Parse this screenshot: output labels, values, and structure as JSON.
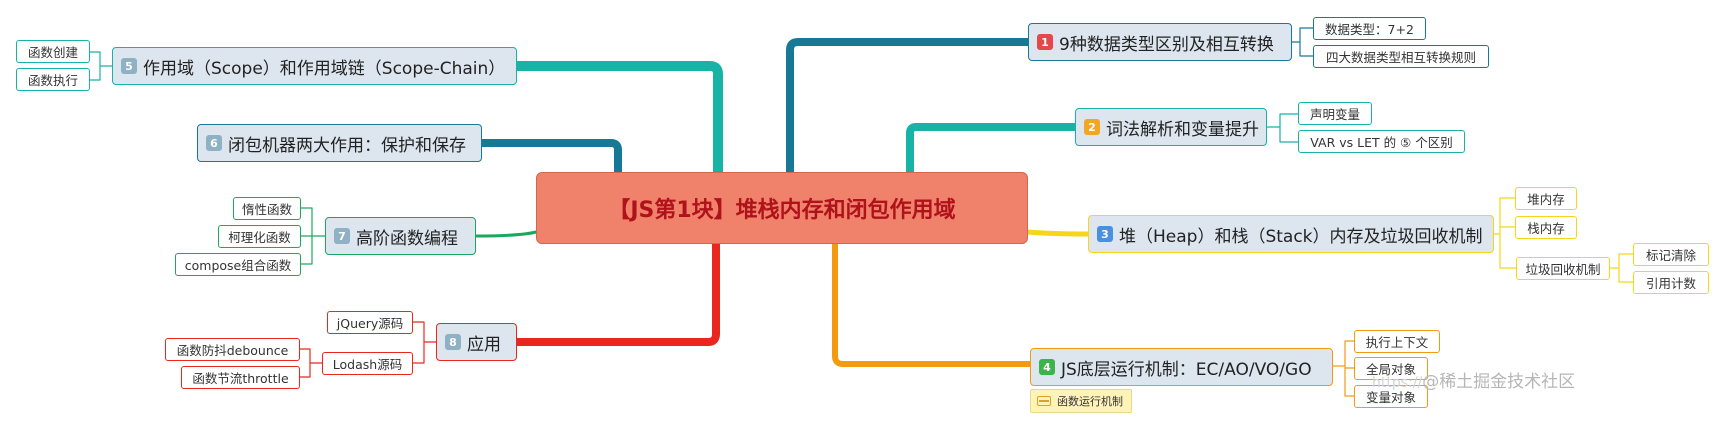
{
  "central": {
    "label": "【JS第1块】堆栈内存和闭包作用域",
    "color": "#f0826b"
  },
  "branches": [
    {
      "num": "1",
      "label": "9种数据类型区别及相互转换",
      "color": "#167a96",
      "children": [
        {
          "label": "数据类型：7+2"
        },
        {
          "label": "四大数据类型相互转换规则"
        }
      ]
    },
    {
      "num": "2",
      "label": "词法解析和变量提升",
      "color": "#16b3a6",
      "children": [
        {
          "label": "声明变量"
        },
        {
          "label": "VAR vs LET 的 ⑤ 个区别"
        }
      ]
    },
    {
      "num": "3",
      "label": "堆（Heap）和栈（Stack）内存及垃圾回收机制",
      "color": "#f5d61a",
      "children": [
        {
          "label": "堆内存"
        },
        {
          "label": "栈内存"
        },
        {
          "label": "垃圾回收机制",
          "children": [
            {
              "label": "标记清除"
            },
            {
              "label": "引用计数"
            }
          ]
        }
      ]
    },
    {
      "num": "4",
      "label": "JS底层运行机制：EC/AO/VO/GO",
      "color": "#f39a11",
      "note": "函数运行机制",
      "children": [
        {
          "label": "执行上下文"
        },
        {
          "label": "全局对象"
        },
        {
          "label": "变量对象"
        }
      ]
    },
    {
      "num": "5",
      "label": "作用域（Scope）和作用域链（Scope-Chain）",
      "color": "#16b3a6",
      "children": [
        {
          "label": "函数创建"
        },
        {
          "label": "函数执行"
        }
      ]
    },
    {
      "num": "6",
      "label": "闭包机器两大作用：保护和保存",
      "color": "#167a96",
      "children": []
    },
    {
      "num": "7",
      "label": "高阶函数编程",
      "color": "#1da75c",
      "children": [
        {
          "label": "惰性函数"
        },
        {
          "label": "柯理化函数"
        },
        {
          "label": "compose组合函数"
        }
      ]
    },
    {
      "num": "8",
      "label": "应用",
      "color": "#e8281e",
      "children": [
        {
          "label": "jQuery源码"
        },
        {
          "label": "Lodash源码",
          "children": [
            {
              "label": "函数防抖debounce"
            },
            {
              "label": "函数节流throttle"
            }
          ]
        }
      ]
    }
  ],
  "badge_colors": {
    "1": "#e24a4a",
    "2": "#f2a722",
    "3": "#4a90e2",
    "4": "#3bb54a",
    "5": "#8fb1c4",
    "6": "#8fb1c4",
    "7": "#8fb1c4",
    "8": "#8fb1c4"
  },
  "watermark": {
    "url": "https://",
    "text": "@稀土掘金技术社区"
  }
}
